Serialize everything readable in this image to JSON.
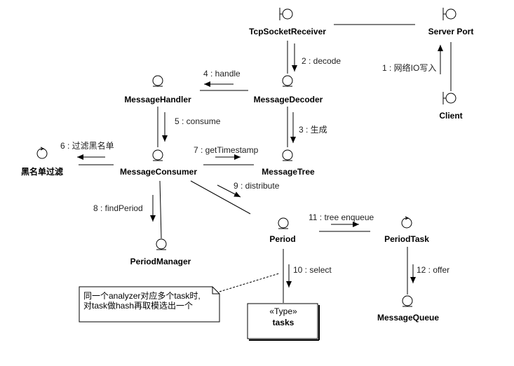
{
  "objects": {
    "tcp_socket_receiver": "TcpSocketReceiver",
    "server_port": "Server Port",
    "client": "Client",
    "message_handler": "MessageHandler",
    "message_decoder": "MessageDecoder",
    "blacklist_filter": "黑名单过滤",
    "message_consumer": "MessageConsumer",
    "message_tree": "MessageTree",
    "period": "Period",
    "period_task": "PeriodTask",
    "period_manager": "PeriodManager",
    "tasks_stereotype": "«Type»",
    "tasks": "tasks",
    "message_queue": "MessageQueue"
  },
  "messages": {
    "m1": "1 : 网络IO写入",
    "m2": "2 : decode",
    "m3": "3 : 生成",
    "m4": "4 : handle",
    "m5": "5 : consume",
    "m6": "6 : 过滤黑名单",
    "m7": "7 : getTimestamp",
    "m8": "8 : findPeriod",
    "m9": "9 : distribute",
    "m10": "10 : select",
    "m11": "11 : tree enqueue",
    "m12": "12 : offer"
  },
  "note": {
    "line1": "同一个analyzer对应多个task时,",
    "line2": "对task做hash再取模选出一个"
  }
}
